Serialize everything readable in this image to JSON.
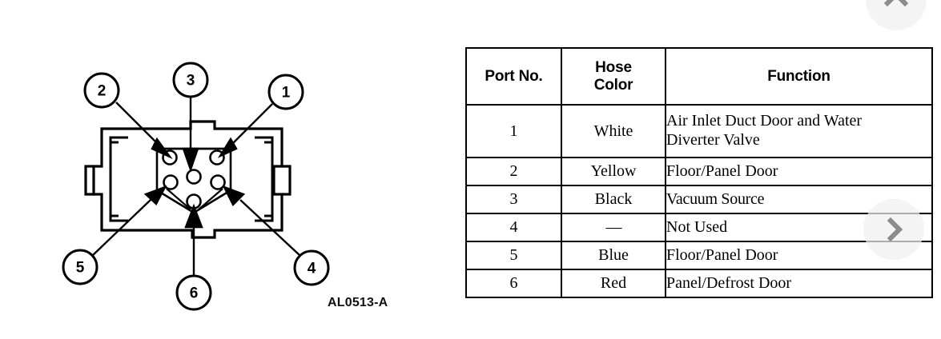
{
  "figure": {
    "code_label": "AL0513-A",
    "callouts": [
      {
        "id": "callout-2",
        "label": "2"
      },
      {
        "id": "callout-3",
        "label": "3"
      },
      {
        "id": "callout-1",
        "label": "1"
      },
      {
        "id": "callout-5",
        "label": "5"
      },
      {
        "id": "callout-6",
        "label": "6"
      },
      {
        "id": "callout-4",
        "label": "4"
      }
    ]
  },
  "table": {
    "headers": {
      "port": "Port No.",
      "color_line1": "Hose",
      "color_line2": "Color",
      "function": "Function"
    },
    "rows": [
      {
        "port": "1",
        "color": "White",
        "function_line1": "Air Inlet Duct Door and Water",
        "function_line2": "Diverter Valve"
      },
      {
        "port": "2",
        "color": "Yellow",
        "function_line1": "Floor/Panel Door",
        "function_line2": ""
      },
      {
        "port": "3",
        "color": "Black",
        "function_line1": "Vacuum Source",
        "function_line2": ""
      },
      {
        "port": "4",
        "color": "—",
        "function_line1": "Not Used",
        "function_line2": ""
      },
      {
        "port": "5",
        "color": "Blue",
        "function_line1": "Floor/Panel Door",
        "function_line2": ""
      },
      {
        "port": "6",
        "color": "Red",
        "function_line1": "Panel/Defrost Door",
        "function_line2": ""
      }
    ]
  },
  "overlay": {
    "nav_up_icon": "chevron-up-icon",
    "nav_right_icon": "chevron-right-icon"
  },
  "colors": {
    "ink": "#000000",
    "page_background": "#ffffff",
    "overlay_chevron": "#8c8c8c",
    "overlay_circle": "rgba(240,240,240,0.72)"
  }
}
